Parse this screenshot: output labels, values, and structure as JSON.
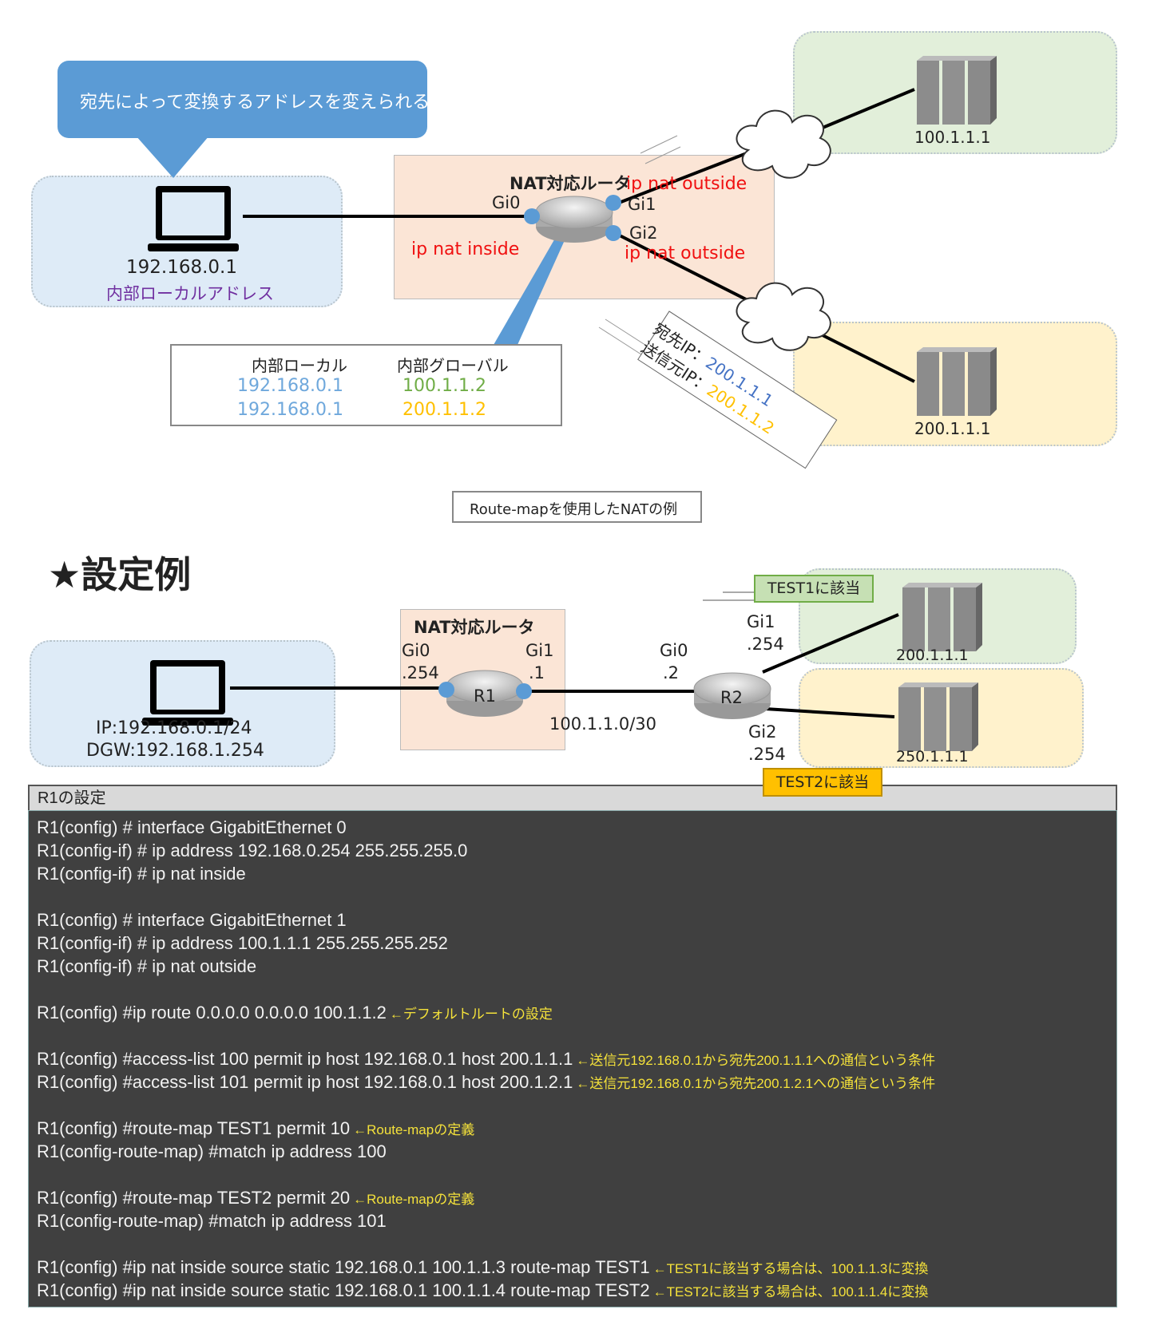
{
  "top": {
    "callout": "宛先によって変換するアドレスを変えられる",
    "pc_ip": "192.168.0.1",
    "pc_label": "内部ローカルアドレス",
    "router_title": "NAT対応ルータ",
    "gi0": "Gi0",
    "gi1": "Gi1",
    "gi2": "Gi2",
    "inside": "ip nat inside",
    "outside1": "ip nat outside",
    "outside2": "ip nat outside",
    "server1": "100.1.1.1",
    "server2": "200.1.1.1",
    "table": {
      "headers": [
        "内部ローカル",
        "内部グローバル"
      ],
      "rows": [
        [
          "192.168.0.1",
          "100.1.1.2"
        ],
        [
          "192.168.0.1",
          "200.1.1.2"
        ]
      ]
    },
    "packet": {
      "dst_label": "宛先IP：",
      "dst": "200.1.1.1",
      "src_label": "送信元IP：",
      "src": "200.1.1.2"
    },
    "caption": "Route-mapを使用したNATの例"
  },
  "bottom": {
    "heading": "★設定例",
    "pc_ip": "IP:192.168.0.1/24",
    "pc_dgw": "DGW:192.168.1.254",
    "router_title": "NAT対応ルータ",
    "r1": "R1",
    "r2": "R2",
    "r1_gi0": "Gi0",
    "r1_gi0_ip": ".254",
    "r1_gi1": "Gi1",
    "r1_gi1_ip": ".1",
    "r2_gi0": "Gi0",
    "r2_gi0_ip": ".2",
    "r2_gi1": "Gi1",
    "r2_gi1_ip": ".254",
    "r2_gi2": "Gi2",
    "r2_gi2_ip": ".254",
    "link": "100.1.1.0/30",
    "server1": "200.1.1.1",
    "server2": "250.1.1.1",
    "test1": "TEST1に該当",
    "test2": "TEST2に該当"
  },
  "config": {
    "title": "R1の設定",
    "lines": [
      {
        "cmd": "R1(config) # interface GigabitEthernet 0",
        "note": ""
      },
      {
        "cmd": "R1(config-if) # ip address 192.168.0.254 255.255.255.0",
        "note": ""
      },
      {
        "cmd": "R1(config-if) # ip nat inside",
        "note": ""
      },
      {
        "cmd": "",
        "note": ""
      },
      {
        "cmd": "R1(config) # interface GigabitEthernet 1",
        "note": ""
      },
      {
        "cmd": "R1(config-if) # ip address 100.1.1.1 255.255.255.252",
        "note": ""
      },
      {
        "cmd": "R1(config-if) # ip nat outside",
        "note": ""
      },
      {
        "cmd": "",
        "note": ""
      },
      {
        "cmd": "R1(config) #ip route 0.0.0.0 0.0.0.0 100.1.1.2",
        "note": "←デフォルトルートの設定"
      },
      {
        "cmd": "",
        "note": ""
      },
      {
        "cmd": "R1(config) #access-list 100 permit ip host 192.168.0.1 host 200.1.1.1",
        "note": "←送信元192.168.0.1から宛先200.1.1.1への通信という条件"
      },
      {
        "cmd": "R1(config) #access-list 101 permit ip host 192.168.0.1 host 200.1.2.1",
        "note": "←送信元192.168.0.1から宛先200.1.2.1への通信という条件"
      },
      {
        "cmd": "",
        "note": ""
      },
      {
        "cmd": "R1(config) #route-map TEST1 permit 10",
        "note": "←Route-mapの定義"
      },
      {
        "cmd": "R1(config-route-map) #match ip address 100",
        "note": ""
      },
      {
        "cmd": "",
        "note": ""
      },
      {
        "cmd": "R1(config) #route-map TEST2 permit 20",
        "note": "←Route-mapの定義"
      },
      {
        "cmd": "R1(config-route-map) #match ip address 101",
        "note": ""
      },
      {
        "cmd": "",
        "note": ""
      },
      {
        "cmd": "R1(config) #ip nat inside source static 192.168.0.1 100.1.1.3 route-map TEST1",
        "note": "←TEST1に該当する場合は、100.1.1.3に変換"
      },
      {
        "cmd": "R1(config) #ip nat inside source static 192.168.0.1 100.1.1.4 route-map TEST2",
        "note": "←TEST2に該当する場合は、100.1.1.4に変換"
      }
    ]
  },
  "colors": {
    "callout": "#5b9bd5",
    "inside_zone": "#deebf7",
    "router_zone": "#fbe5d6",
    "green_zone": "#e2efda",
    "yellow_zone": "#fff2cc",
    "red": "#ff0000",
    "code_bg": "#404040",
    "note": "#f5e23a",
    "test1": "#c6e0b4",
    "test2": "#ffc000"
  }
}
